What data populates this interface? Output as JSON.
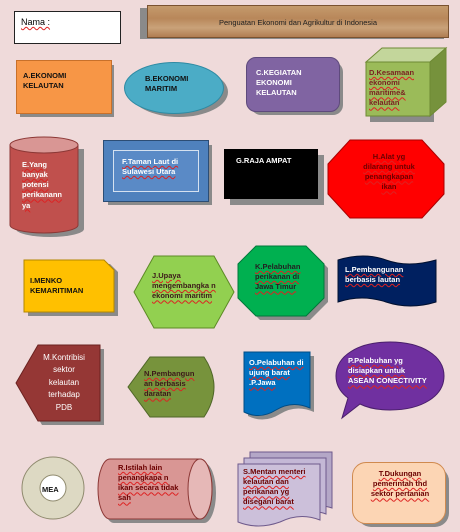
{
  "header": {
    "name_label": "Nama :",
    "title": "Penguatan Ekonomi dan Agrikultur di Indonesia"
  },
  "shapes": {
    "a": "A.EKONOMI KELAUTAN",
    "b": "B.EKONOMI MARITIM",
    "c": "C.KEGIATAN EKONOMI KELAUTAN",
    "d": "D.Kesamaan ekonomi maritime& kelautan",
    "e": "E.Yang banyak potensi perikanann ya",
    "f": "F.Taman Laut di Sulawesi Utara",
    "g": "G.RAJA AMPAT",
    "h": "H.Alat yg dilarang untuk penangkapan ikan",
    "i": "I.MENKO KEMARITIMAN",
    "j": "J.Upaya mengembangka n ekonomi maritim",
    "k": "K.Pelabuhan perikanan di Jawa Timur",
    "l": "L.Pembangunan berbasis lautan",
    "m": "M.Kontribisi sektor kelautan terhadap PDB",
    "n": "N.Pembangun an berbasis daratan",
    "o": "O.Pelabuhan di ujung barat .P.Jawa",
    "p": "P.Pelabuhan yg disiapkan untuk ASEAN CONECTIVITY",
    "q": "MEA",
    "r": "R.Istilah lain penangkapa n ikan secara tidak sah",
    "s": "S.Mentan menteri kelautan dan perikanan yg disegani barat",
    "t": "T.Dukungan pemerintah thd sektor pertanian"
  },
  "colors": {
    "background": "#efdada",
    "orange": "#f79646",
    "teal": "#4bacc6",
    "purple": "#8064a2",
    "green": "#9bbb59",
    "red_cyl": "#c0504d",
    "blue": "#4f81bd",
    "black": "#000000",
    "red": "#ff0000",
    "yellow": "#ffc000",
    "lime": "#92d050",
    "emerald": "#00b050",
    "navy": "#002060",
    "darkred": "#953735",
    "olive": "#77933c",
    "royal": "#0070c0",
    "violet": "#7030a0",
    "tan": "#ddd9c3",
    "pink": "#d99694",
    "lavender": "#ccc0da",
    "peach": "#fcd5b4"
  }
}
